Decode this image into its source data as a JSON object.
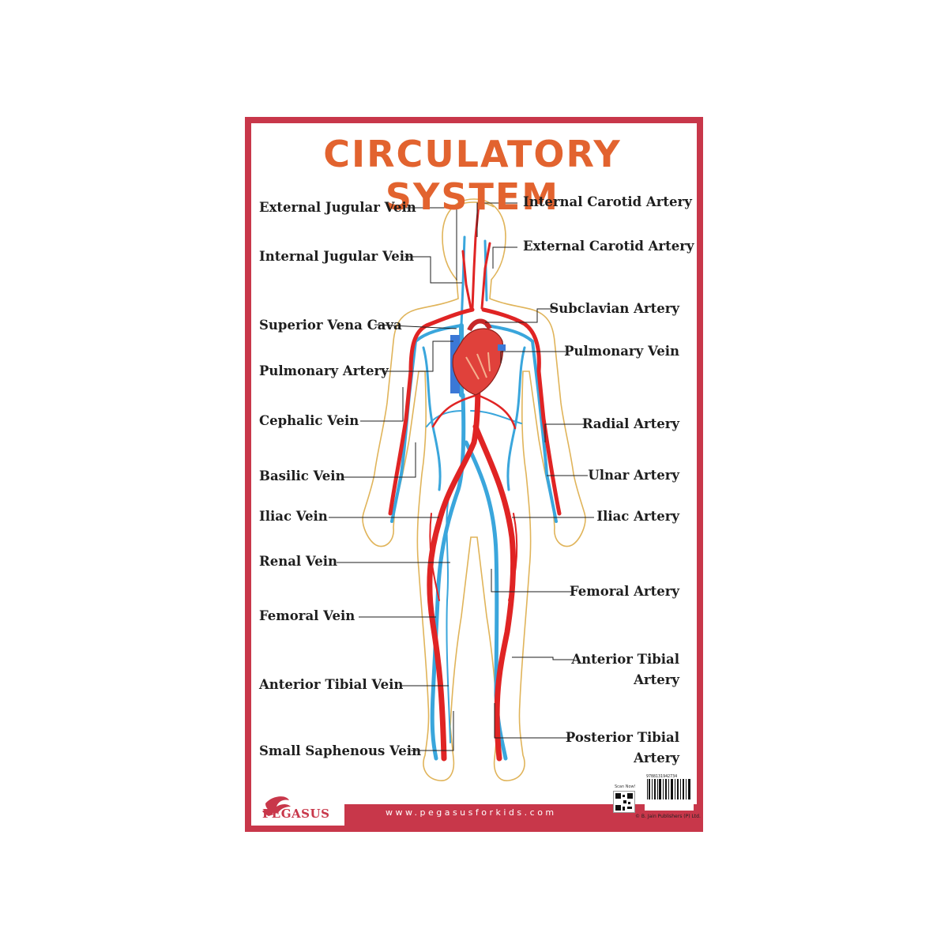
{
  "title": "CIRCULATORY SYSTEM",
  "labels_left": {
    "external_jugular_vein": "External Jugular Vein",
    "internal_jugular_vein": "Internal Jugular Vein",
    "superior_vena_cava": "Superior Vena Cava",
    "pulmonary_artery": "Pulmonary Artery",
    "cephalic_vein": "Cephalic Vein",
    "basilic_vein": "Basilic Vein",
    "iliac_vein": "Iliac Vein",
    "renal_vein": "Renal Vein",
    "femoral_vein": "Femoral Vein",
    "anterior_tibial_vein": "Anterior Tibial Vein",
    "small_saphenous_vein": "Small Saphenous Vein"
  },
  "labels_right": {
    "internal_carotid_artery": "Internal Carotid Artery",
    "external_carotid_artery": "External Carotid Artery",
    "subclavian_artery": "Subclavian Artery",
    "pulmonary_vein": "Pulmonary Vein",
    "radial_artery": "Radial Artery",
    "ulnar_artery": "Ulnar Artery",
    "iliac_artery": "Iliac  Artery",
    "femoral_artery": "Femoral Artery",
    "anterior_tibial_artery_1": "Anterior Tibial",
    "anterior_tibial_artery_2": "Artery",
    "posterior_tibial_artery_1": "Posterior Tibial",
    "posterior_tibial_artery_2": "Artery"
  },
  "footer": {
    "website": "www.pegasusforkids.com",
    "brand": "PEGASUS",
    "scan_text": "Scan Now!",
    "isbn": "9788131942734",
    "copyright": "© B. Jain Publishers (P) Ltd."
  },
  "colors": {
    "border": "#c8374a",
    "title": "#e2632f",
    "artery": "#e02424",
    "vein": "#3aa6dc",
    "outline": "#e0b45a"
  }
}
